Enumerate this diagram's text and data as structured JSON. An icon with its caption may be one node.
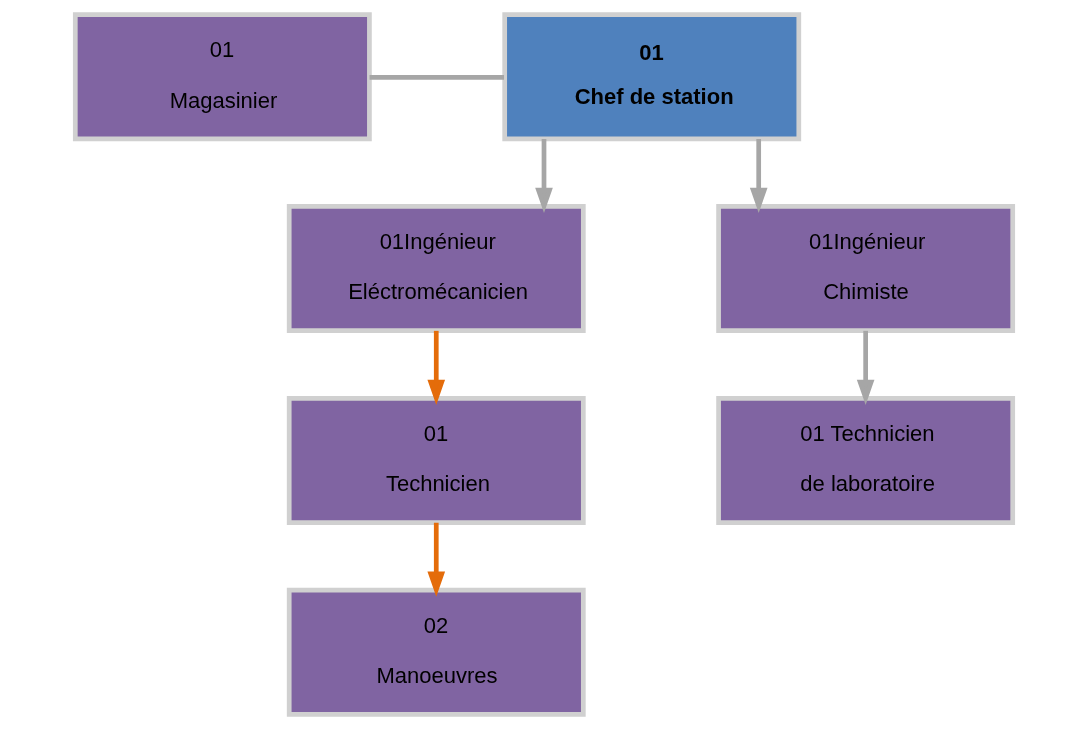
{
  "diagram": {
    "nodes": [
      {
        "text": [
          "01",
          "Magasinier"
        ]
      },
      {
        "text": [
          "01",
          "Chef de station"
        ]
      },
      {
        "text": [
          "01Ingénieur",
          "Eléctromécanicien"
        ]
      },
      {
        "text": [
          "01Ingénieur",
          "Chimiste"
        ]
      },
      {
        "text": [
          "01",
          "Technicien"
        ]
      },
      {
        "text": [
          "02",
          "Manoeuvres"
        ]
      },
      {
        "text": [
          "01 Technicien",
          "de laboratoire"
        ]
      }
    ],
    "edges": [
      {
        "from": 0,
        "to": 1,
        "arrow": "none"
      },
      {
        "from": 1,
        "to": 2,
        "arrow": "to"
      },
      {
        "from": 1,
        "to": 3,
        "arrow": "to"
      },
      {
        "from": 2,
        "to": 4,
        "arrow": "to",
        "color": "#e46c0a"
      },
      {
        "from": 4,
        "to": 5,
        "arrow": "to",
        "color": "#e46c0a"
      },
      {
        "from": 3,
        "to": 6,
        "arrow": "to"
      }
    ]
  }
}
